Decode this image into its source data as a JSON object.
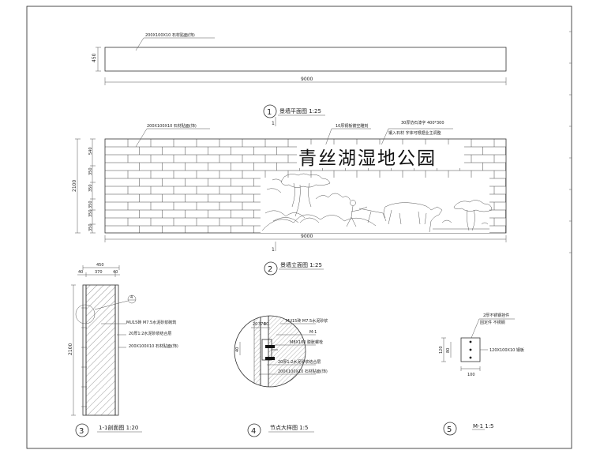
{
  "frame_border_color": "#222222",
  "plan": {
    "callout": "200X100X10 石材贴面(饰)",
    "depth_dim": "450",
    "length_dim": "9000",
    "number": "1",
    "title": "景墙平面图 1:25"
  },
  "elevation": {
    "callout_left": "200X100X10 石材贴面(饰)",
    "callout_mid": "10厚铜板镂空雕刻",
    "callout_right_1": "30厚仿石漆字 400*300",
    "callout_right_2": "镶入石材 字体可根据业主调整",
    "wall_text": "青丝湖湿地公园",
    "height_dim": "2100",
    "row_dims": [
      "540",
      "350",
      "350",
      "350",
      "350",
      "350"
    ],
    "length_dim": "9000",
    "number": "2",
    "title": "景墙立面图 1:25"
  },
  "section": {
    "top_dim": "450",
    "sub_dims": [
      "40",
      "370",
      "40"
    ],
    "height_dim": "2100",
    "detail_ref": "4",
    "callouts": [
      "MU15砖 M7.5水泥砂浆砌筑",
      "20厚1:2水泥砂浆结合层",
      "200X100X10 石材贴面(饰)"
    ],
    "number": "3",
    "title": "1-1剖面图 1:20"
  },
  "node": {
    "dims": [
      "20",
      "370",
      "40"
    ],
    "side_dim": "40",
    "callouts": [
      "MU15砖 M7.5水泥砂浆",
      "M-1",
      "M8X100 膨胀螺栓",
      "20厚1:2水泥砂浆结合层",
      "200X100X10 石材贴面(饰)"
    ],
    "number": "4",
    "title": "节点大样图 1:5"
  },
  "plate": {
    "callout_1": "2厚不锈钢挂件",
    "callout_2": "固定件 不锈钢",
    "callout_3": "120X100X10 钢板",
    "dims_v": [
      "120",
      "80"
    ],
    "dim_h": "100",
    "number": "5",
    "title": "M-1 1:5"
  }
}
